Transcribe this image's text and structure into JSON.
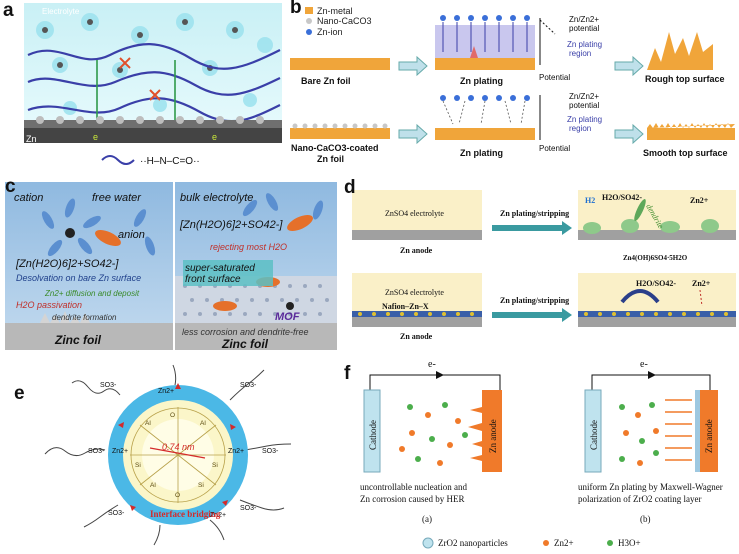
{
  "panels": {
    "a": {
      "label": "a",
      "electrolyte": "Electrolyte",
      "zn": "Zn",
      "e1": "e",
      "e2": "e",
      "formula": "··H–N–C=O··"
    },
    "b": {
      "label": "b",
      "legend": [
        "Zn-metal",
        "Nano-CaCO3",
        "Zn-ion"
      ],
      "bare_foil": "Bare Zn  foil",
      "coated_foil_1": "Nano-CaCO3-coated",
      "coated_foil_2": "Zn foil",
      "zn_plating_top": "Zn plating",
      "zn_plating_bottom": "Zn  plating",
      "potential_label": "Zn/Zn2+",
      "potential_word": "potential",
      "plating_region_1": "Zn plating",
      "plating_region_2": "region",
      "potential_axis": "Potential",
      "rough": "Rough top surface",
      "smooth": "Smooth top surface"
    },
    "c": {
      "label": "c",
      "cation": "cation",
      "free_water": "free water",
      "anion": "anion",
      "solvation_left": "[Zn(H2O)6]2+SO42-]",
      "desolvation": "Desolvation on bare Zn surface",
      "diffusion": "Zn2+ diffusion and deposit",
      "passivation": "H2O passivation",
      "dendrite": "dendrite formation",
      "zinc_foil_left": "Zinc foil",
      "bulk": "bulk electrolyte",
      "solvation_right": "[Zn(H2O)6]2+SO42-]",
      "rejecting": "rejecting most H2O",
      "super1": "super-saturated",
      "super2": "front surface",
      "mof": "MOF",
      "less_corrosion": "less corrosion and dendrite-free",
      "zinc_foil_right": "Zinc foil"
    },
    "d": {
      "label": "d",
      "znso4_1": "ZnSO4 electrolyte",
      "zn_anode": "Zn anode",
      "plating_stripping_1": "Zn plating/stripping",
      "h2": "H2",
      "h2o_so4": "H2O/SO42-",
      "dendrite": "dendrite",
      "zn2plus": "Zn2+",
      "byproduct": "Zn4(OH)6SO4·5H2O",
      "znso4_2": "ZnSO4 electrolyte",
      "nafion": "Nafion–Zn–X",
      "plating_stripping_2": "Zn plating/stripping",
      "h2o_so4_2": "H2O/SO42-",
      "zn2plus_2": "Zn2+"
    },
    "e": {
      "label": "e",
      "distance": "0.74 nm",
      "interface": "Interface bridging",
      "so3": "SO3-",
      "zn2": "Zn2+",
      "al": "Al",
      "si": "Si",
      "o": "O"
    },
    "f": {
      "label": "f",
      "electron": "e-",
      "cathode": "Cathode",
      "anode": "Zn anode",
      "caption_a1": "uncontrollable nucleation and",
      "caption_a2": "Zn corrosion caused by HER",
      "tag_a": "(a)",
      "caption_b1": "uniform Zn plating by Maxwell-Wagner",
      "caption_b2": "polarization  of ZrO2 coating layer",
      "tag_b": "(b)",
      "legend": [
        "ZrO2 nanoparticles",
        "Zn2+",
        "H3O+"
      ]
    }
  },
  "colors": {
    "zn_orange": "#f0a53a",
    "cyan_ring": "#3bb6e6",
    "blue_line": "#3a3fa8",
    "teal_arrow": "#3a9aa0",
    "red": "#d42a2a",
    "green_particle": "#4cae4c"
  }
}
